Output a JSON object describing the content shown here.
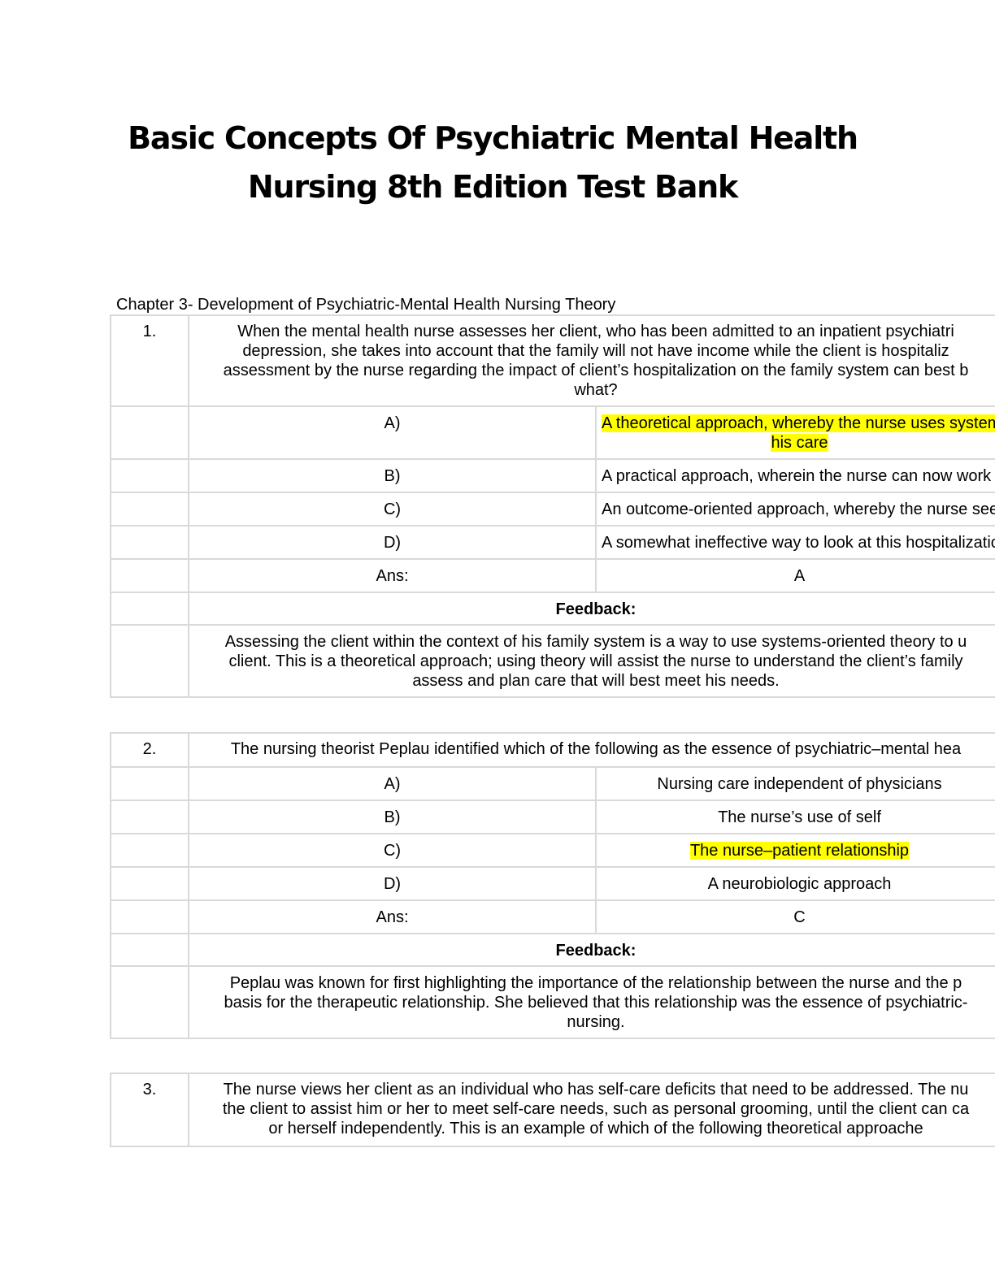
{
  "document": {
    "title_line1": "Basic Concepts Of Psychiatric Mental Health",
    "title_line2": "Nursing 8th Edition Test Bank",
    "chapter": "Chapter 3- Development of Psychiatric-Mental Health Nursing Theory"
  },
  "questions": [
    {
      "number": "1.",
      "stem_lines": [
        "When the mental health nurse assesses her client, who has been admitted to an inpatient psychiatri",
        "depression, she takes into account that the family will not have income while the client is hospitaliz",
        "assessment by the nurse regarding the impact of client’s hospitalization on the family system can best b",
        "what?"
      ],
      "options": [
        {
          "letter": "A)",
          "lines": [
            "A theoretical approach, whereby the nurse uses systems-oriented theory to understand her clie",
            "his care"
          ],
          "highlighted": true
        },
        {
          "letter": "B)",
          "lines": [
            "A practical approach, wherein the nurse can now work to get some funds for the fam"
          ],
          "highlighted": false
        },
        {
          "letter": "C)",
          "lines": [
            "An outcome-oriented approach, whereby the nurse sees lack of funds as an outcom"
          ],
          "highlighted": false
        },
        {
          "letter": "D)",
          "lines": [
            "A somewhat ineffective way to look at this hospitalization because the client is now"
          ],
          "highlighted": false
        }
      ],
      "ans_label": "Ans:",
      "answer": "A",
      "feedback_label": "Feedback:",
      "feedback_lines": [
        "Assessing the client within the context of his family system is a way to use systems-oriented theory to u",
        "client. This is a theoretical approach; using theory will assist the nurse to understand the client’s family",
        "assess and plan care that will best meet his needs."
      ]
    },
    {
      "number": "2.",
      "stem_lines": [
        "The nursing theorist Peplau identified which of the following as the essence of psychiatric–mental hea"
      ],
      "options": [
        {
          "letter": "A)",
          "lines": [
            "Nursing care independent of physicians"
          ],
          "highlighted": false
        },
        {
          "letter": "B)",
          "lines": [
            "The nurse’s use of self"
          ],
          "highlighted": false
        },
        {
          "letter": "C)",
          "lines": [
            "The nurse–patient relationship"
          ],
          "highlighted": true
        },
        {
          "letter": "D)",
          "lines": [
            "A neurobiologic approach"
          ],
          "highlighted": false
        }
      ],
      "ans_label": "Ans:",
      "answer": "C",
      "feedback_label": "Feedback:",
      "feedback_lines": [
        "Peplau was known for first highlighting the importance of the relationship between the nurse and the p",
        "basis for the therapeutic relationship. She believed that this relationship was the essence of psychiatric-",
        "nursing."
      ]
    },
    {
      "number": "3.",
      "stem_lines": [
        "The nurse views her client as an individual who has self-care deficits that need to be addressed. The nu",
        "the client to assist him or her to meet self-care needs, such as personal grooming, until the client can ca",
        "or herself independently. This is an example of which of the following theoretical approache"
      ]
    }
  ]
}
